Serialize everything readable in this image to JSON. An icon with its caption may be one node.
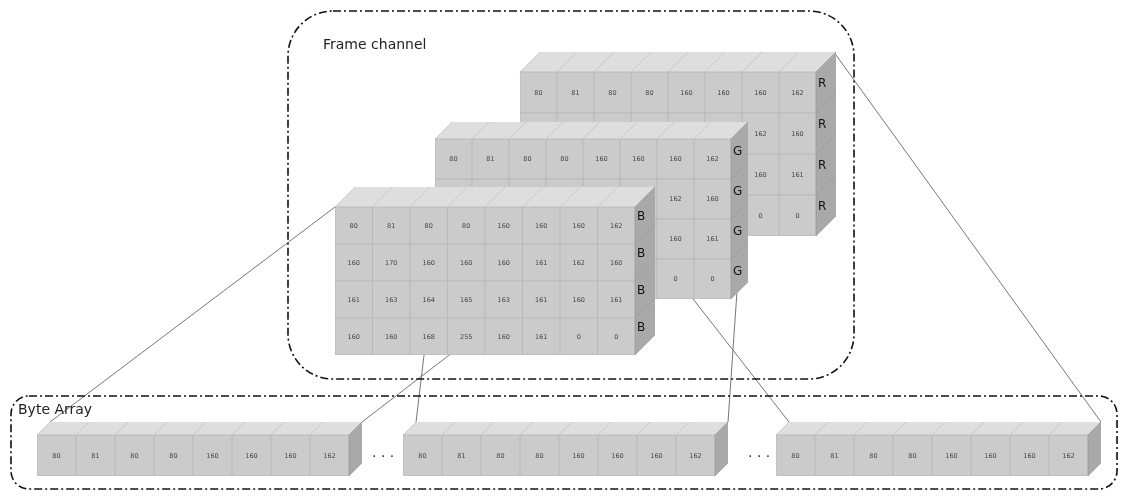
{
  "diagram": {
    "nodes": [
      {
        "text": [
          "Frame channel"
        ]
      },
      {
        "text": [
          "80",
          "81",
          "80",
          "80",
          "160",
          "160",
          "160",
          "162",
          "R",
          "162",
          "160",
          "R",
          "160",
          "161",
          "R",
          "0",
          "0",
          "R"
        ],
        "in": 0
      },
      {
        "text": [
          "80",
          "81",
          "80",
          "80",
          "160",
          "160",
          "160",
          "162",
          "G",
          "162",
          "160",
          "G",
          "160",
          "161",
          "G",
          "0",
          "0",
          "G"
        ],
        "in": 0
      },
      {
        "text": [
          "80",
          "81",
          "80",
          "80",
          "160",
          "160",
          "160",
          "162",
          "B",
          "160",
          "170",
          "160",
          "160",
          "160",
          "161",
          "162",
          "160",
          "B",
          "161",
          "163",
          "164",
          "165",
          "163",
          "161",
          "160",
          "161",
          "B",
          "160",
          "160",
          "168",
          "255",
          "160",
          "161",
          "0",
          "0",
          "B"
        ],
        "in": 0
      },
      {
        "text": [
          "Byte Array"
        ]
      },
      {
        "text": [
          "80",
          "81",
          "80",
          "80",
          "160",
          "160",
          "160",
          "162"
        ],
        "in": 4
      },
      {
        "text": [
          "80",
          "81",
          "80",
          "80",
          "160",
          "160",
          "160",
          "162"
        ],
        "in": 4
      },
      {
        "text": [
          "80",
          "81",
          "80",
          "80",
          "160",
          "160",
          "160",
          "162"
        ],
        "in": 4
      }
    ],
    "edges": [
      {
        "from": 3,
        "to": 5,
        "arrow": "none"
      },
      {
        "from": 3,
        "to": 5,
        "arrow": "none"
      },
      {
        "from": 2,
        "to": 6,
        "arrow": "none"
      },
      {
        "from": 2,
        "to": 6,
        "arrow": "none"
      },
      {
        "from": 1,
        "to": 7,
        "arrow": "none"
      },
      {
        "from": 1,
        "to": 7,
        "arrow": "none"
      }
    ],
    "labels": [
      "· · ·",
      "· · ·"
    ]
  }
}
